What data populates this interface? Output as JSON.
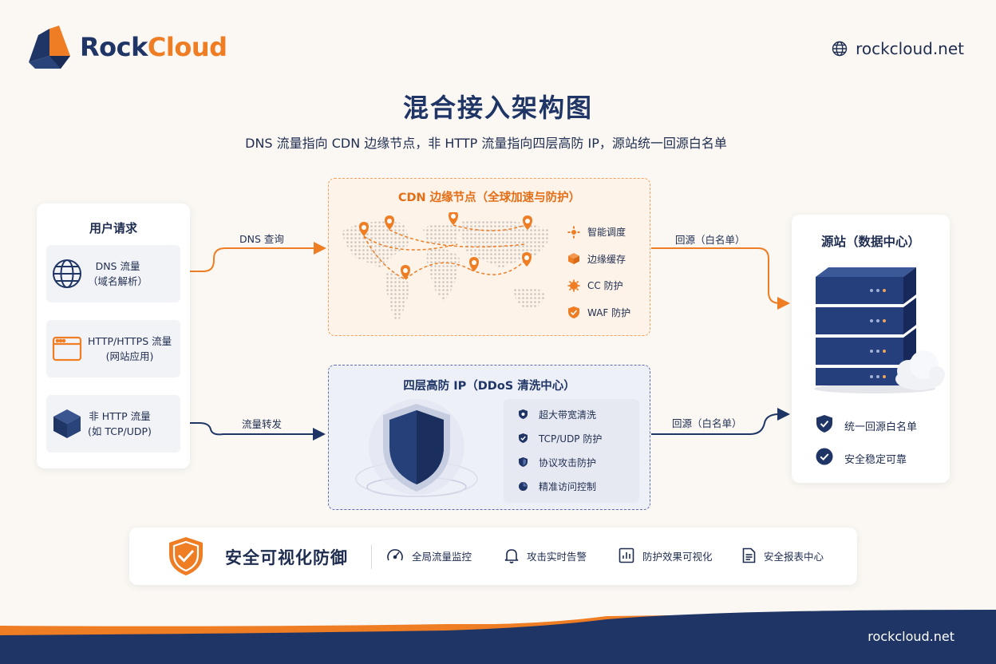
{
  "brand": {
    "name_part1": "Rock",
    "name_part2": "Cloud",
    "site": "rockcloud.net"
  },
  "colors": {
    "navy": "#1f3566",
    "orange": "#ee7d24",
    "background": "#fbf8f3"
  },
  "title": "混合接入架构图",
  "subtitle": "DNS 流量指向 CDN 边缘节点，非 HTTP 流量指向四层高防 IP，源站统一回源白名单",
  "user_panel": {
    "title": "用户请求",
    "items": [
      {
        "icon": "globe-icon",
        "line1": "DNS 流量",
        "line2": "（域名解析）"
      },
      {
        "icon": "browser-window-icon",
        "line1": "HTTP/HTTPS 流量",
        "line2": "(网站应用)"
      },
      {
        "icon": "cube-icon",
        "line1": "非 HTTP 流量",
        "line2": "(如 TCP/UDP)"
      }
    ]
  },
  "edges": {
    "dns_query": "DNS 查询",
    "traffic_forward": "流量转发",
    "origin_whitelist_1": "回源（白名单）",
    "origin_whitelist_2": "回源（白名单）"
  },
  "cdn": {
    "title": "CDN 边缘节点（全球加速与防护）",
    "features": [
      {
        "icon": "scheduling-icon",
        "label": "智能调度"
      },
      {
        "icon": "cache-box-icon",
        "label": "边缘缓存"
      },
      {
        "icon": "cc-protection-icon",
        "label": "CC 防护"
      },
      {
        "icon": "waf-shield-icon",
        "label": "WAF 防护"
      }
    ]
  },
  "ddos": {
    "title": "四层高防 IP（DDoS 清洗中心）",
    "features": [
      {
        "icon": "bandwidth-shield-icon",
        "label": "超大带宽清洗"
      },
      {
        "icon": "check-shield-icon",
        "label": "TCP/UDP 防护"
      },
      {
        "icon": "protocol-shield-icon",
        "label": "协议攻击防护"
      },
      {
        "icon": "access-control-icon",
        "label": "精准访问控制"
      }
    ]
  },
  "origin": {
    "title": "源站（数据中心）",
    "features": [
      {
        "icon": "shield-check-icon",
        "label": "统一回源白名单"
      },
      {
        "icon": "check-circle-icon",
        "label": "安全稳定可靠"
      }
    ]
  },
  "security_bar": {
    "title": "安全可视化防御",
    "items": [
      {
        "icon": "monitor-gauge-icon",
        "label": "全局流量监控"
      },
      {
        "icon": "bell-icon",
        "label": "攻击实时告警"
      },
      {
        "icon": "chart-board-icon",
        "label": "防护效果可视化"
      },
      {
        "icon": "report-doc-icon",
        "label": "安全报表中心"
      }
    ]
  },
  "footer": {
    "site": "rockcloud.net"
  }
}
